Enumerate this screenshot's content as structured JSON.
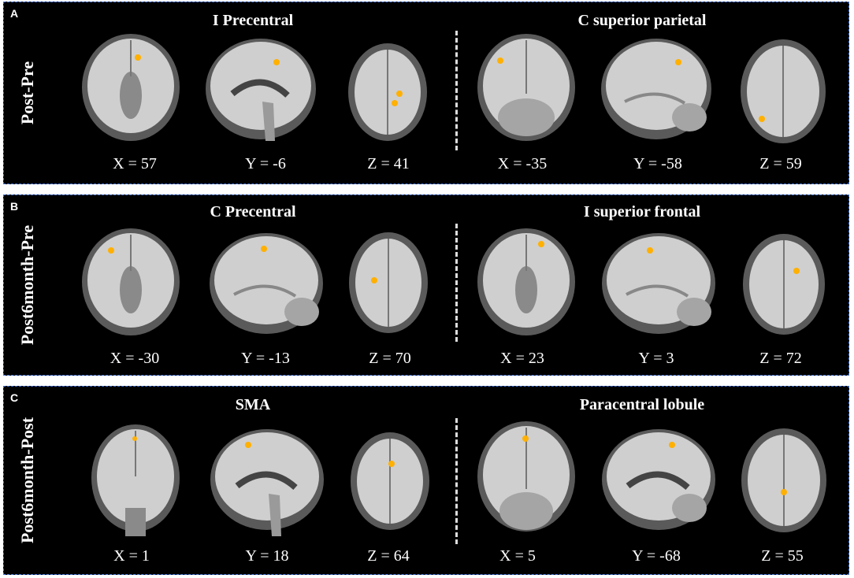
{
  "panels": [
    {
      "letter": "A",
      "side_label": "Post-Pre",
      "left_title": "I Precentral",
      "right_title": "C superior parietal",
      "coords": [
        "X = 57",
        "Y = -6",
        "Z = 41",
        "X = -35",
        "Y = -58",
        "Z = 59"
      ]
    },
    {
      "letter": "B",
      "side_label": "Post6month-Pre",
      "left_title": "C Precentral",
      "right_title": "I superior  frontal",
      "coords": [
        "X = -30",
        "Y = -13",
        "Z = 70",
        "X = 23",
        "Y = 3",
        "Z = 72"
      ]
    },
    {
      "letter": "C",
      "side_label": "Post6month-Post",
      "left_title": "SMA",
      "right_title": "Paracentral lobule",
      "coords": [
        "X = 1",
        "Y = 18",
        "Z = 64",
        "X = 5",
        "Y = -68",
        "Z = 55"
      ]
    }
  ],
  "colors": {
    "background": "#000000",
    "border": "#3b6fd8",
    "activation": "#ffb000"
  }
}
